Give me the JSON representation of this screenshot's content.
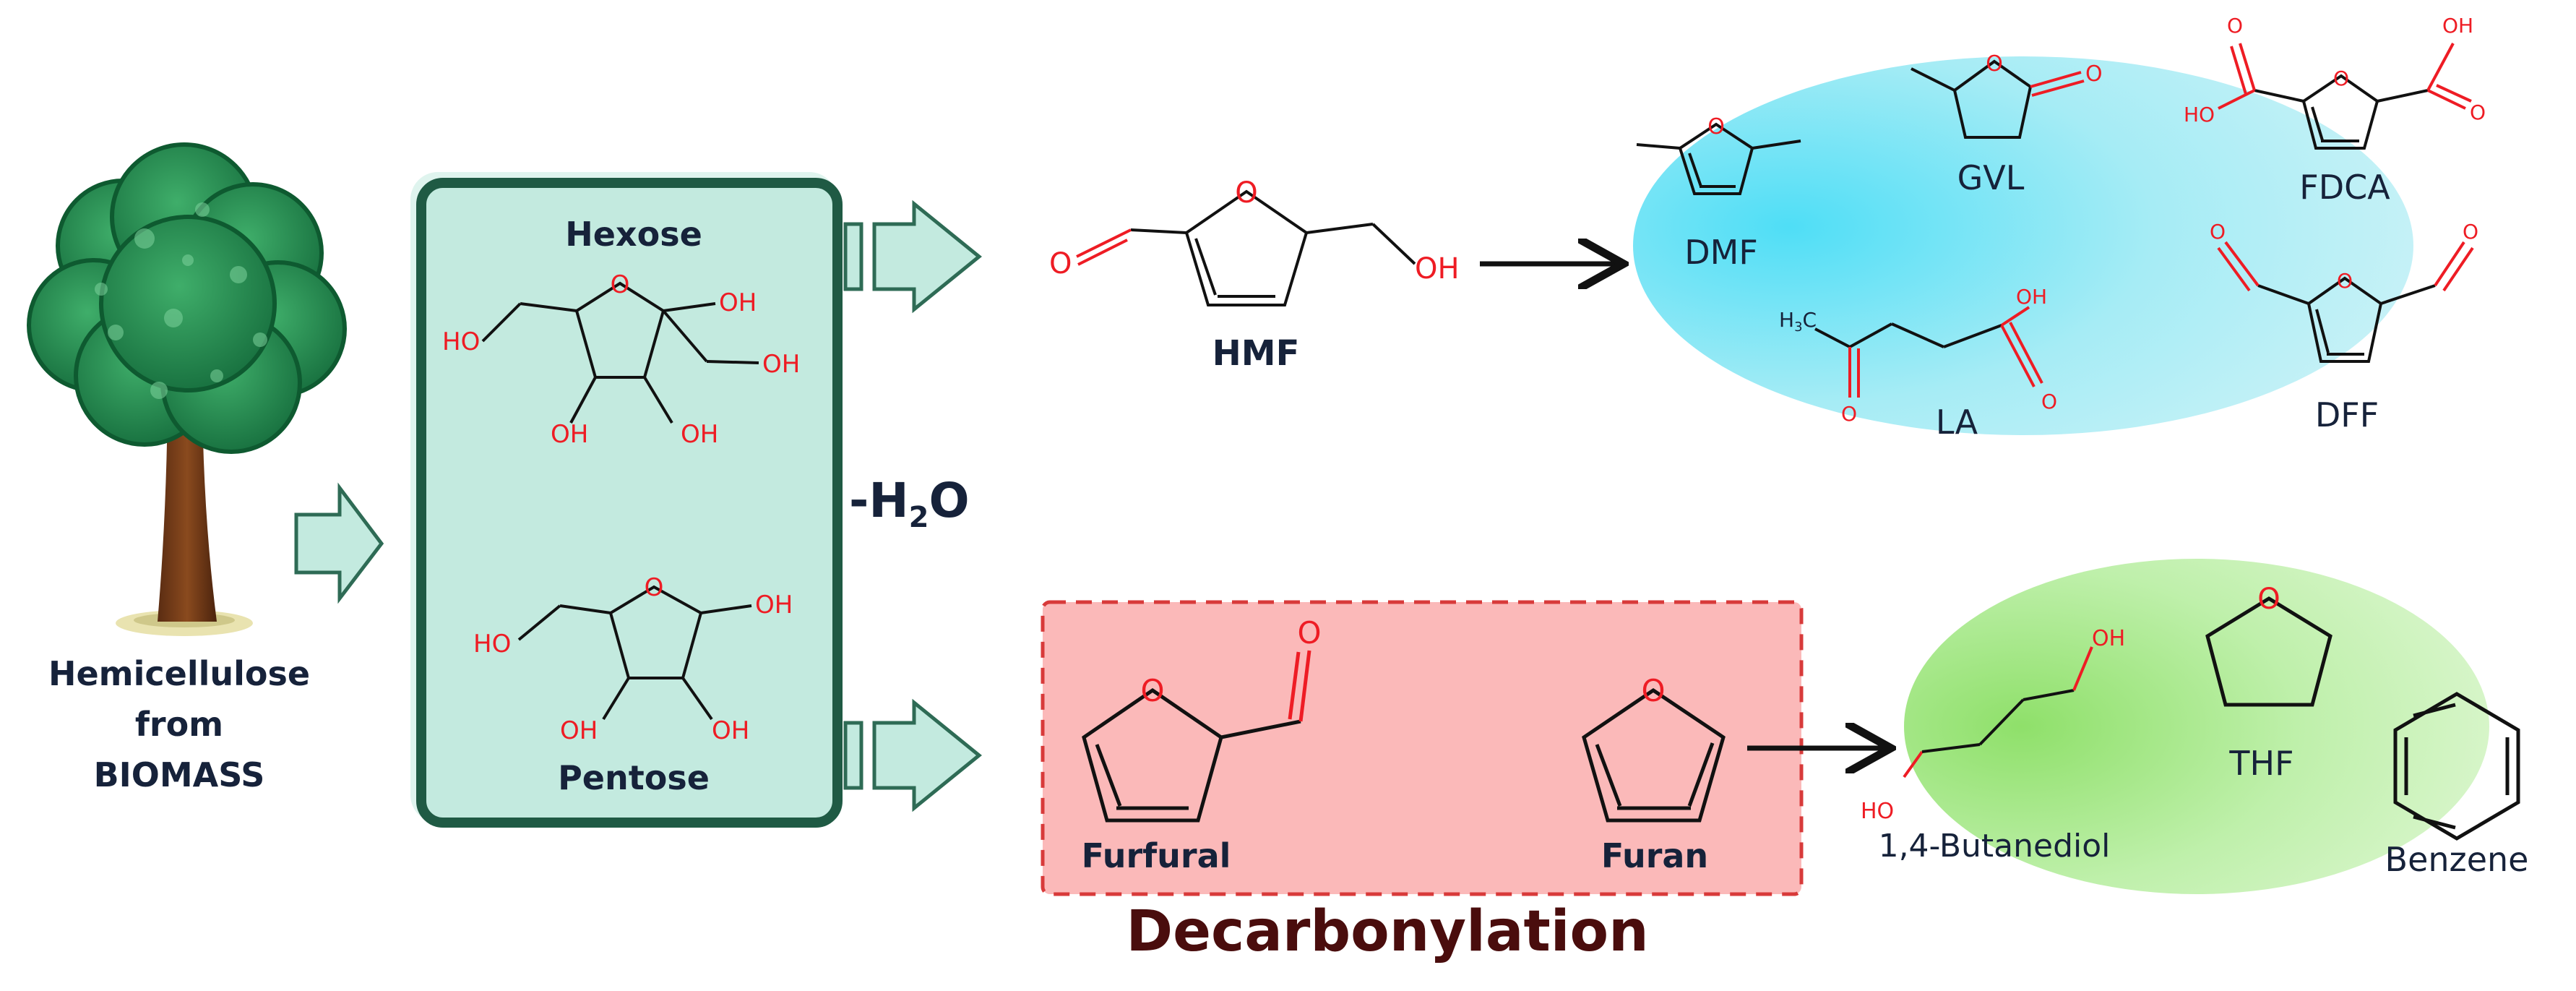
{
  "source": {
    "line1": "Hemicellulose",
    "line2": "from",
    "line3": "BIOMASS"
  },
  "sugars": {
    "hexose": "Hexose",
    "pentose": "Pentose",
    "dehydration": "-H",
    "dehydration_sub": "2",
    "dehydration_tail": "O"
  },
  "hmf": {
    "name": "HMF",
    "aldehyde_o": "O",
    "alcohol": "OH",
    "ring_o": "O"
  },
  "hexose_atoms": {
    "ring_o": "O",
    "oh1": "OH",
    "oh2": "OH",
    "oh3": "OH",
    "oh4": "OH",
    "ho": "HO"
  },
  "pentose_atoms": {
    "ring_o": "O",
    "oh1": "OH",
    "oh2": "OH",
    "oh3": "OH",
    "ho": "HO"
  },
  "hmf_products": {
    "dmf": "DMF",
    "gvl": "GVL",
    "fdca": "FDCA",
    "la": "LA",
    "dff": "DFF",
    "ho": "HO",
    "oh": "OH",
    "o": "O",
    "h3c": "H",
    "h3c_sub": "3",
    "h3c_tail": "C"
  },
  "furfural_box": {
    "furfural": "Furfural",
    "furan": "Furan",
    "process": "Decarbonylation",
    "o": "O"
  },
  "furan_products": {
    "butanediol": "1,4-Butanediol",
    "thf": "THF",
    "benzene": "Benzene",
    "oh": "OH",
    "ho": "HO",
    "o": "O"
  },
  "colors": {
    "sugar_box_fill": "#c3eadf",
    "sugar_box_border": "#1f5a44",
    "arrow_fill": "#c3eadf",
    "arrow_stroke": "#2e6b55",
    "blue_ellipse": "#7fe6f6",
    "green_ellipse": "#a8e88a",
    "red_box_fill": "#fbb9b9",
    "red_box_border": "#d83a3a",
    "atom_red": "#ee1c24",
    "dark_text": "#16223a",
    "process_text": "#4a0d0d"
  }
}
